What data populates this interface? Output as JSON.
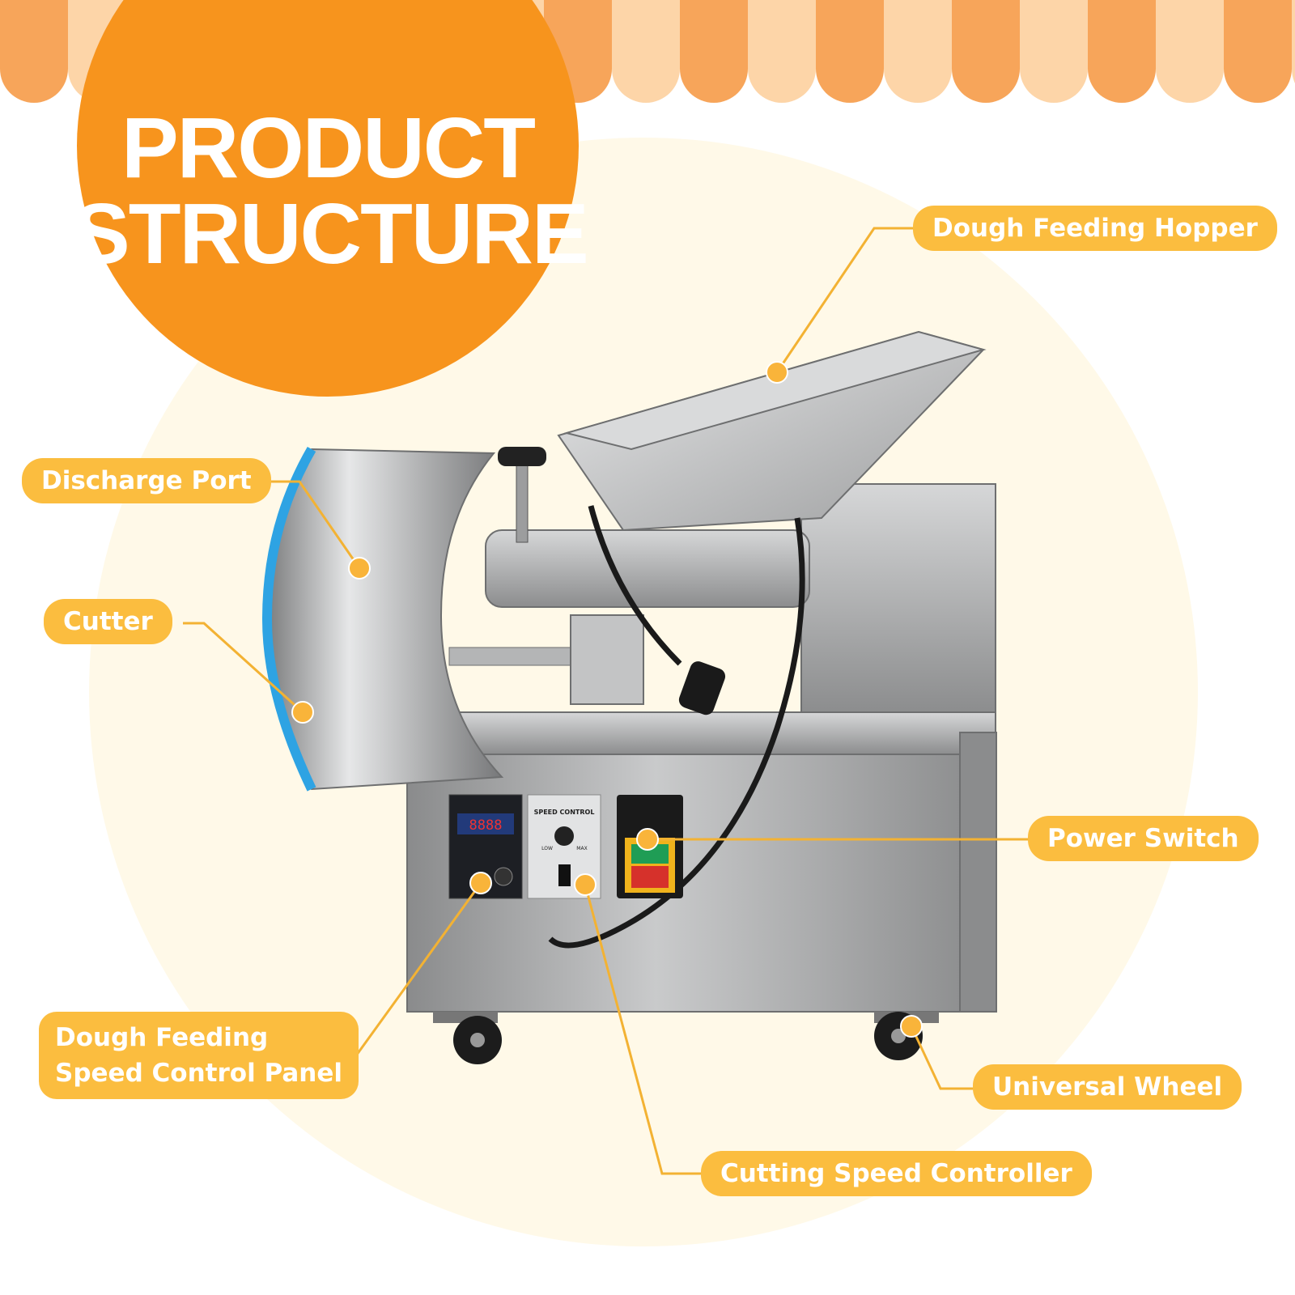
{
  "title": {
    "line1": "PRODUCT",
    "line2": "STRUCTURE"
  },
  "colors": {
    "accent_orange": "#f7941d",
    "label_fill": "#fbbd3f",
    "leader_line": "#f3b233",
    "background_circle": "#fff9e8",
    "awning_dark": "#f7a55a",
    "awning_light": "#fdd5a8"
  },
  "callouts": {
    "dough_feeding_hopper": "Dough Feeding Hopper",
    "discharge_port": "Discharge Port",
    "cutter": "Cutter",
    "power_switch": "Power Switch",
    "speed_panel_line1": "Dough Feeding",
    "speed_panel_line2": "Speed Control Panel",
    "universal_wheel": "Universal Wheel",
    "cutting_speed_controller": "Cutting Speed Controller"
  },
  "machine": {
    "speed_dial_label": "SPEED CONTROL",
    "dial_low": "LOW",
    "dial_max": "MAX",
    "display_value": "8888"
  }
}
